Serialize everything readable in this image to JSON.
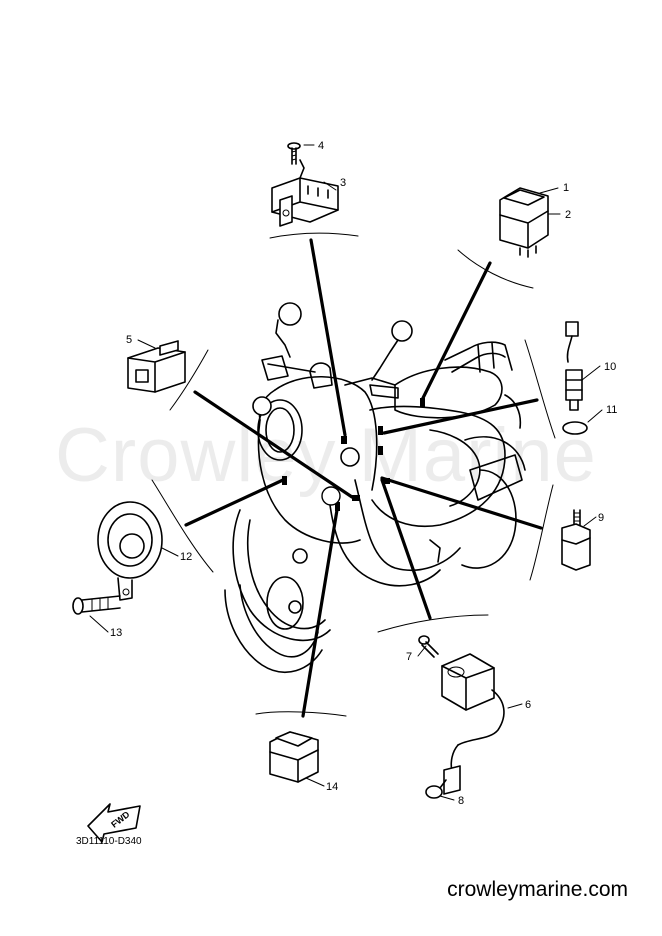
{
  "diagram": {
    "part_code": "3D11110-D340",
    "fwd_label": "FWD",
    "watermark": "Crowley Marine",
    "website": "crowleymarine.com",
    "callouts": [
      {
        "id": "c1",
        "label": "1"
      },
      {
        "id": "c2",
        "label": "2"
      },
      {
        "id": "c3",
        "label": "3"
      },
      {
        "id": "c4",
        "label": "4"
      },
      {
        "id": "c5",
        "label": "5"
      },
      {
        "id": "c6",
        "label": "6"
      },
      {
        "id": "c7",
        "label": "7"
      },
      {
        "id": "c8",
        "label": "8"
      },
      {
        "id": "c9",
        "label": "9"
      },
      {
        "id": "c10",
        "label": "10"
      },
      {
        "id": "c11",
        "label": "11"
      },
      {
        "id": "c12",
        "label": "12"
      },
      {
        "id": "c13",
        "label": "13"
      },
      {
        "id": "c14",
        "label": "14"
      }
    ]
  }
}
